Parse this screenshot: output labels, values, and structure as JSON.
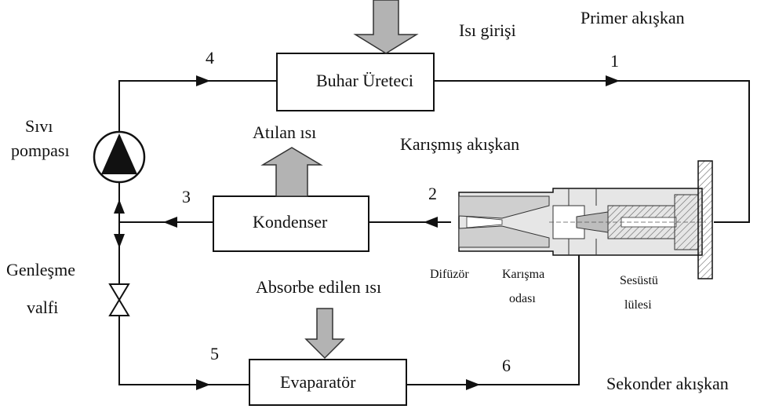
{
  "labels": {
    "heat_input": "Isı girişi",
    "primary_fluid": "Primer akışkan",
    "steam_generator": "Buhar Üreteci",
    "rejected_heat": "Atılan ısı",
    "mixed_fluid": "Karışmış akışkan",
    "pump_line1": "Sıvı",
    "pump_line2": "pompası",
    "condenser": "Kondenser",
    "expansion_line1": "Genleşme",
    "expansion_line2": "valfi",
    "absorbed_heat": "Absorbe edilen ısı",
    "diffuser": "Difüzör",
    "mixing_line1": "Karışma",
    "mixing_line2": "odası",
    "nozzle_line1": "Sesüstü",
    "nozzle_line2": "lülesi",
    "evaporator": "Evaparatör",
    "secondary_fluid": "Sekonder akışkan"
  },
  "state_points": [
    "1",
    "2",
    "3",
    "4",
    "5",
    "6"
  ],
  "colors": {
    "line": "#111111",
    "heat_arrow_fill": "#b3b3b3",
    "ejector_fill": "#cfcfcf",
    "hatch": "#666666"
  }
}
